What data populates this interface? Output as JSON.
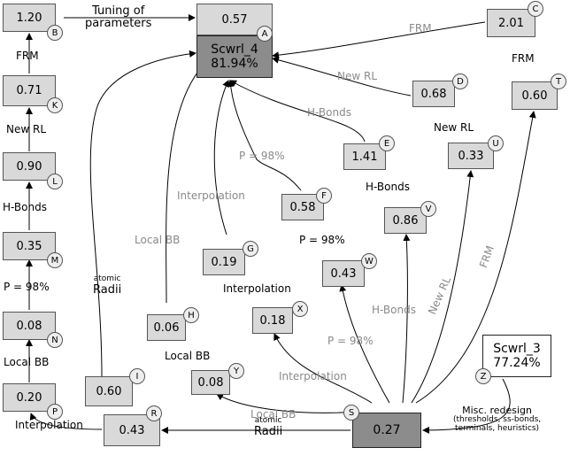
{
  "nodes": {
    "A": {
      "id": "A",
      "top": "0.57",
      "name": "Scwrl_4",
      "pct": "81.94%"
    },
    "B": {
      "id": "B",
      "value": "1.20"
    },
    "C": {
      "id": "C",
      "value": "2.01"
    },
    "D": {
      "id": "D",
      "value": "0.68"
    },
    "E": {
      "id": "E",
      "value": "1.41"
    },
    "F": {
      "id": "F",
      "value": "0.58"
    },
    "G": {
      "id": "G",
      "value": "0.19"
    },
    "H": {
      "id": "H",
      "value": "0.06"
    },
    "I": {
      "id": "I",
      "value": "0.60"
    },
    "K": {
      "id": "K",
      "value": "0.71"
    },
    "L": {
      "id": "L",
      "value": "0.90"
    },
    "M": {
      "id": "M",
      "value": "0.35"
    },
    "N": {
      "id": "N",
      "value": "0.08"
    },
    "P": {
      "id": "P",
      "value": "0.20"
    },
    "R": {
      "id": "R",
      "value": "0.43"
    },
    "S": {
      "id": "S",
      "value": "0.27"
    },
    "T": {
      "id": "T",
      "value": "0.60"
    },
    "U": {
      "id": "U",
      "value": "0.33"
    },
    "V": {
      "id": "V",
      "value": "0.86"
    },
    "W": {
      "id": "W",
      "value": "0.43"
    },
    "X": {
      "id": "X",
      "value": "0.18"
    },
    "Y": {
      "id": "Y",
      "value": "0.08"
    },
    "Z": {
      "id": "Z",
      "name": "Scwrl_3",
      "pct": "77.24%"
    }
  },
  "labels": {
    "tuning_line1": "Tuning of",
    "tuning_line2": "parameters",
    "frm": "FRM",
    "new_rl": "New RL",
    "h_bonds": "H-Bonds",
    "p98": "P = 98%",
    "local_bb": "Local BB",
    "interpolation": "Interpolation",
    "atomic": "atomic",
    "radii": "Radii",
    "misc_title": "Misc. redesign",
    "misc_l1": "(thresholds, ss-bonds,",
    "misc_l2": "terminals, heuristics)"
  },
  "colors": {
    "box_fill": "#d9d9d9",
    "box_dark": "#8c8c8c",
    "badge_fill": "#eeeeee",
    "gray_text": "#8a8a8a"
  }
}
